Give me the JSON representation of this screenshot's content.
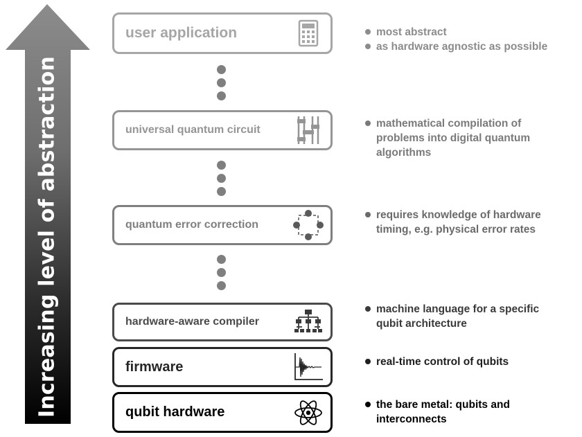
{
  "axis": {
    "label": "Increasing level of abstraction"
  },
  "layers": [
    {
      "label": "user application",
      "icon": "calculator-icon",
      "description": [
        "most abstract",
        "as hardware agnostic as possible"
      ]
    },
    {
      "label": "universal quantum circuit",
      "icon": "quantum-circuit-icon",
      "description": [
        "mathematical compilation of problems into digital quantum algorithms"
      ]
    },
    {
      "label": "quantum error correction",
      "icon": "error-correction-icon",
      "description": [
        "requires knowledge of hardware timing, e.g. physical error rates"
      ]
    },
    {
      "label": "hardware-aware compiler",
      "icon": "hierarchy-icon",
      "description": [
        "machine language for a specific qubit architecture"
      ]
    },
    {
      "label": "firmware",
      "icon": "waveform-icon",
      "description": [
        "real-time control of qubits"
      ]
    },
    {
      "label": "qubit hardware",
      "icon": "atom-icon",
      "description": [
        "the bare metal: qubits and interconnects"
      ]
    }
  ],
  "colors": {
    "arrow_top": "#8c8c8c",
    "arrow_bottom": "#000000",
    "layer_1": "#a6a6a6",
    "layer_2": "#959595",
    "layer_3": "#7f7f7f",
    "layer_4": "#4a4a4a",
    "layer_5": "#262626",
    "layer_6": "#000000"
  }
}
